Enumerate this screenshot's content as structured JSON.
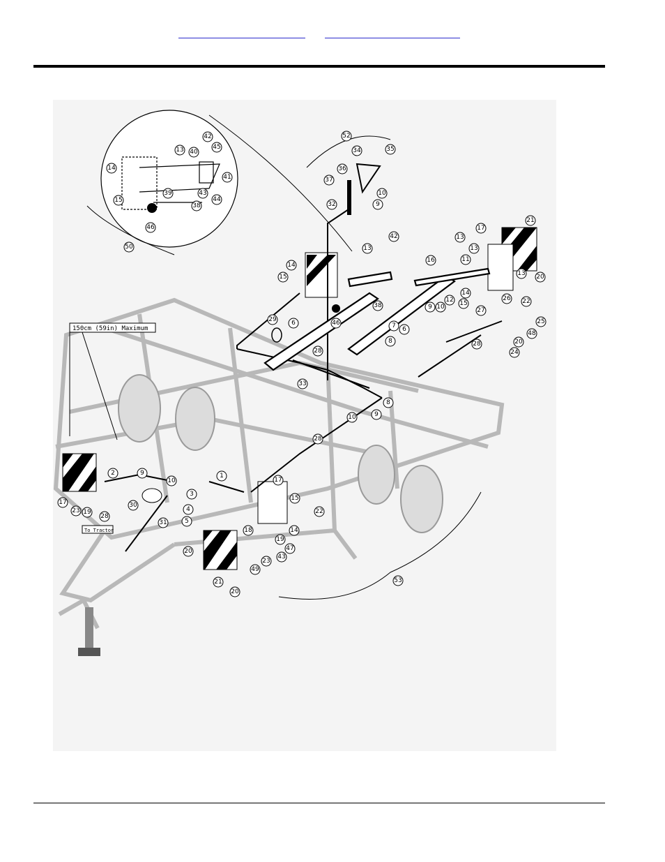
{
  "header": {
    "link_left": "",
    "link_right": ""
  },
  "figure": {
    "callouts": [
      "1",
      "2",
      "3",
      "4",
      "5",
      "6",
      "7",
      "8",
      "9",
      "10",
      "11",
      "12",
      "13",
      "14",
      "15",
      "16",
      "17",
      "18",
      "19",
      "20",
      "21",
      "22",
      "23",
      "24",
      "25",
      "26",
      "27",
      "28",
      "29",
      "30",
      "31",
      "32",
      "33",
      "34",
      "35",
      "36",
      "37",
      "38",
      "39",
      "40",
      "41",
      "42",
      "43",
      "44",
      "45",
      "46",
      "47",
      "48",
      "49",
      "50",
      "52",
      "53"
    ],
    "width_note": "150cm (59in) Maximum",
    "tractor_note": "To Tractor"
  },
  "colors": {
    "frame_gray": "#b8b8b8",
    "harness_black": "#000000",
    "link_blue": "#2a2acc"
  }
}
